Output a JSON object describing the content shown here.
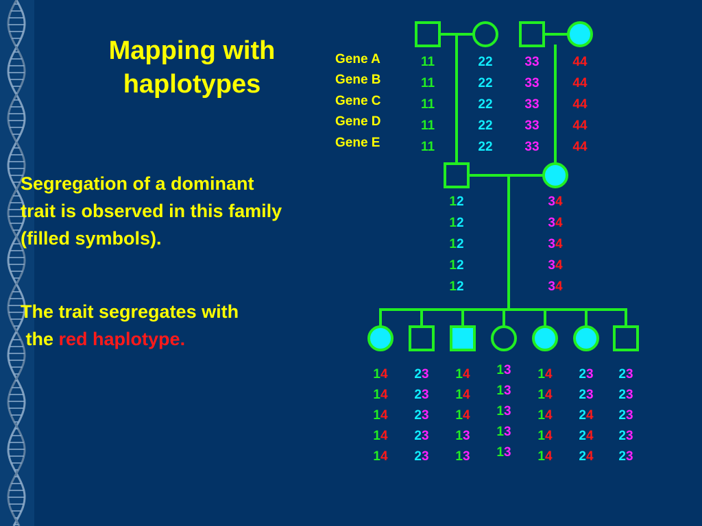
{
  "title_line1": "Mapping with",
  "title_line2": "haplotypes",
  "paragraph1": {
    "line1": "Segregation of a dominant",
    "line2": "trait is observed in this family",
    "line3": "(filled symbols)."
  },
  "paragraph2": {
    "line1": "The trait segregates with",
    "line2_prefix": "the",
    "line2_highlight": "red haplotype",
    "line2_suffix": "."
  },
  "gene_labels": [
    "Gene A",
    "Gene B",
    "Gene C",
    "Gene D",
    "Gene E"
  ],
  "colors": {
    "background": "#033366",
    "line": "#22ee22",
    "affected_fill": "#11eeff",
    "unaffected_fill": "#033366",
    "text_yellow": "#ffff00",
    "hap1": "#22ee22",
    "hap2": "#11eeff",
    "hap3": "#ff22ff",
    "hap4": "#ff1a1a"
  },
  "grandparents": [
    {
      "sex": "male",
      "affected": false,
      "alleles": [
        "11",
        "11",
        "11",
        "11",
        "11"
      ]
    },
    {
      "sex": "female",
      "affected": false,
      "alleles": [
        "22",
        "22",
        "22",
        "22",
        "22"
      ]
    },
    {
      "sex": "male",
      "affected": false,
      "alleles": [
        "33",
        "33",
        "33",
        "33",
        "33"
      ]
    },
    {
      "sex": "female",
      "affected": true,
      "alleles": [
        "44",
        "44",
        "44",
        "44",
        "44"
      ]
    }
  ],
  "parents": [
    {
      "sex": "male",
      "affected": false,
      "alleles": [
        "12",
        "12",
        "12",
        "12",
        "12"
      ]
    },
    {
      "sex": "female",
      "affected": true,
      "alleles": [
        "34",
        "34",
        "34",
        "34",
        "34"
      ]
    }
  ],
  "children": [
    {
      "sex": "female",
      "affected": true,
      "alleles": [
        "14",
        "14",
        "14",
        "14",
        "14"
      ]
    },
    {
      "sex": "male",
      "affected": false,
      "alleles": [
        "23",
        "23",
        "23",
        "23",
        "23"
      ]
    },
    {
      "sex": "male",
      "affected": true,
      "alleles": [
        "14",
        "14",
        "14",
        "13",
        "13"
      ]
    },
    {
      "sex": "female",
      "affected": false,
      "alleles": [
        "13",
        "13",
        "13",
        "13",
        "13"
      ]
    },
    {
      "sex": "female",
      "affected": true,
      "alleles": [
        "14",
        "14",
        "14",
        "14",
        "14"
      ]
    },
    {
      "sex": "female",
      "affected": true,
      "alleles": [
        "23",
        "23",
        "24",
        "24",
        "24"
      ]
    },
    {
      "sex": "male",
      "affected": false,
      "alleles": [
        "23",
        "23",
        "23",
        "23",
        "23"
      ]
    }
  ]
}
